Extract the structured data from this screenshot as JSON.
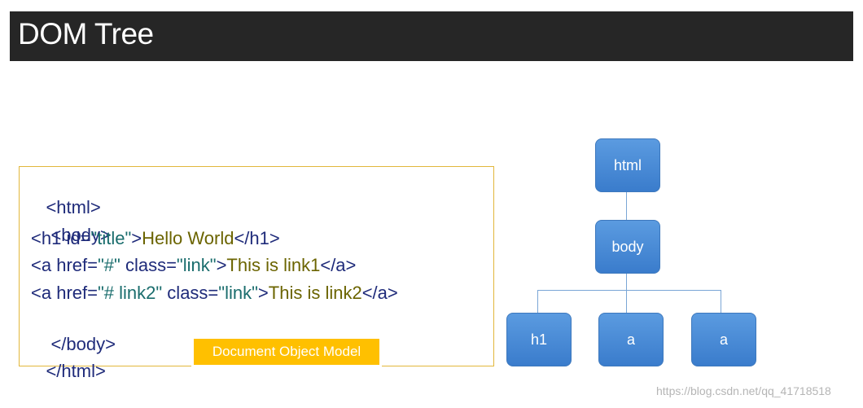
{
  "header": {
    "title": "DOM Tree"
  },
  "code": {
    "line1": {
      "tag": "<html>"
    },
    "line2": {
      "tag": "<body>"
    },
    "line3": {
      "open_start": "<h1 ",
      "attr1": "id=",
      "val1": "\"title\"",
      "open_end": ">",
      "text": "Hello World",
      "close": "</h1>"
    },
    "line4": {
      "open_start": "<a ",
      "attr1": "href=",
      "val1": "\"#\"",
      "attr2": " class=",
      "val2": "\"link\"",
      "open_end": ">",
      "text": "This is link1",
      "close": "</a>"
    },
    "line5": {
      "open_start": "<a ",
      "attr1": "href=",
      "val1": "\"# link2\"",
      "attr2": " class=",
      "val2": "\"link\"",
      "open_end": ">",
      "text": "This is link2",
      "close": "</a>"
    },
    "line6": {
      "tag": "</body>"
    },
    "line7": {
      "tag": "</html>"
    }
  },
  "caption": "Document Object Model",
  "tree": {
    "root": "html",
    "body": "body",
    "h1": "h1",
    "a1": "a",
    "a2": "a"
  },
  "watermark": "https://blog.csdn.net/qq_41718518",
  "colors": {
    "title_bar": "#262626",
    "box_border": "#e2b73b",
    "caption_bg": "#ffc000",
    "node_fill": "#4a8bd6"
  }
}
